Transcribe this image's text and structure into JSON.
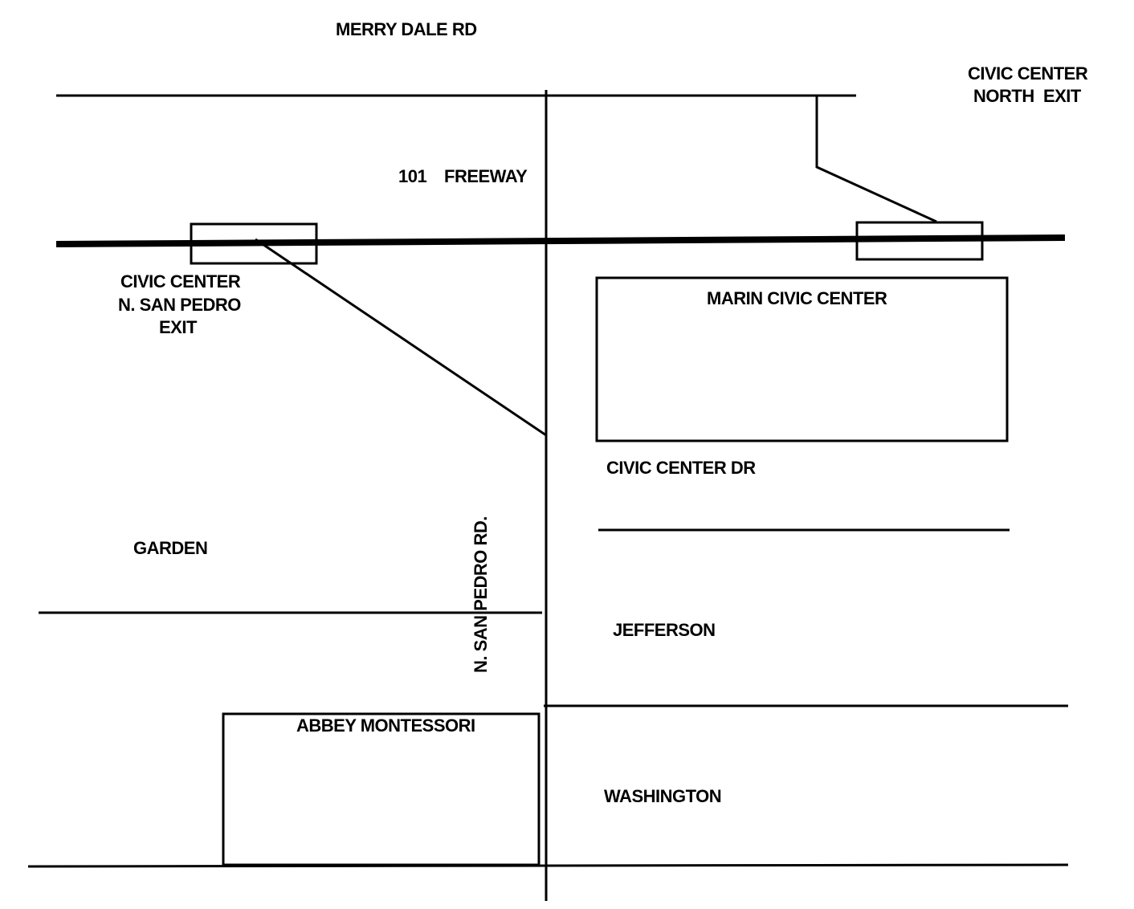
{
  "colors": {
    "ink": "#000000",
    "paper": "#ffffff"
  },
  "labels": {
    "merry_dale": "MERRY DALE RD",
    "north_exit_line1": "CIVIC CENTER",
    "north_exit_line2": "NORTH  EXIT",
    "freeway_num": "101",
    "freeway_word": "FREEWAY",
    "san_pedro_exit_line1": "CIVIC CENTER",
    "san_pedro_exit_line2": "N. SAN PEDRO",
    "san_pedro_exit_line3": "EXIT",
    "marin_civic_center": "MARIN CIVIC CENTER",
    "civic_center_dr": "CIVIC CENTER DR",
    "garden": "GARDEN",
    "n_san_pedro_rd": "N. SAN PEDRO RD.",
    "jefferson": "JEFFERSON",
    "abbey_montessori": "ABBEY MONTESSORI",
    "washington": "WASHINGTON"
  }
}
